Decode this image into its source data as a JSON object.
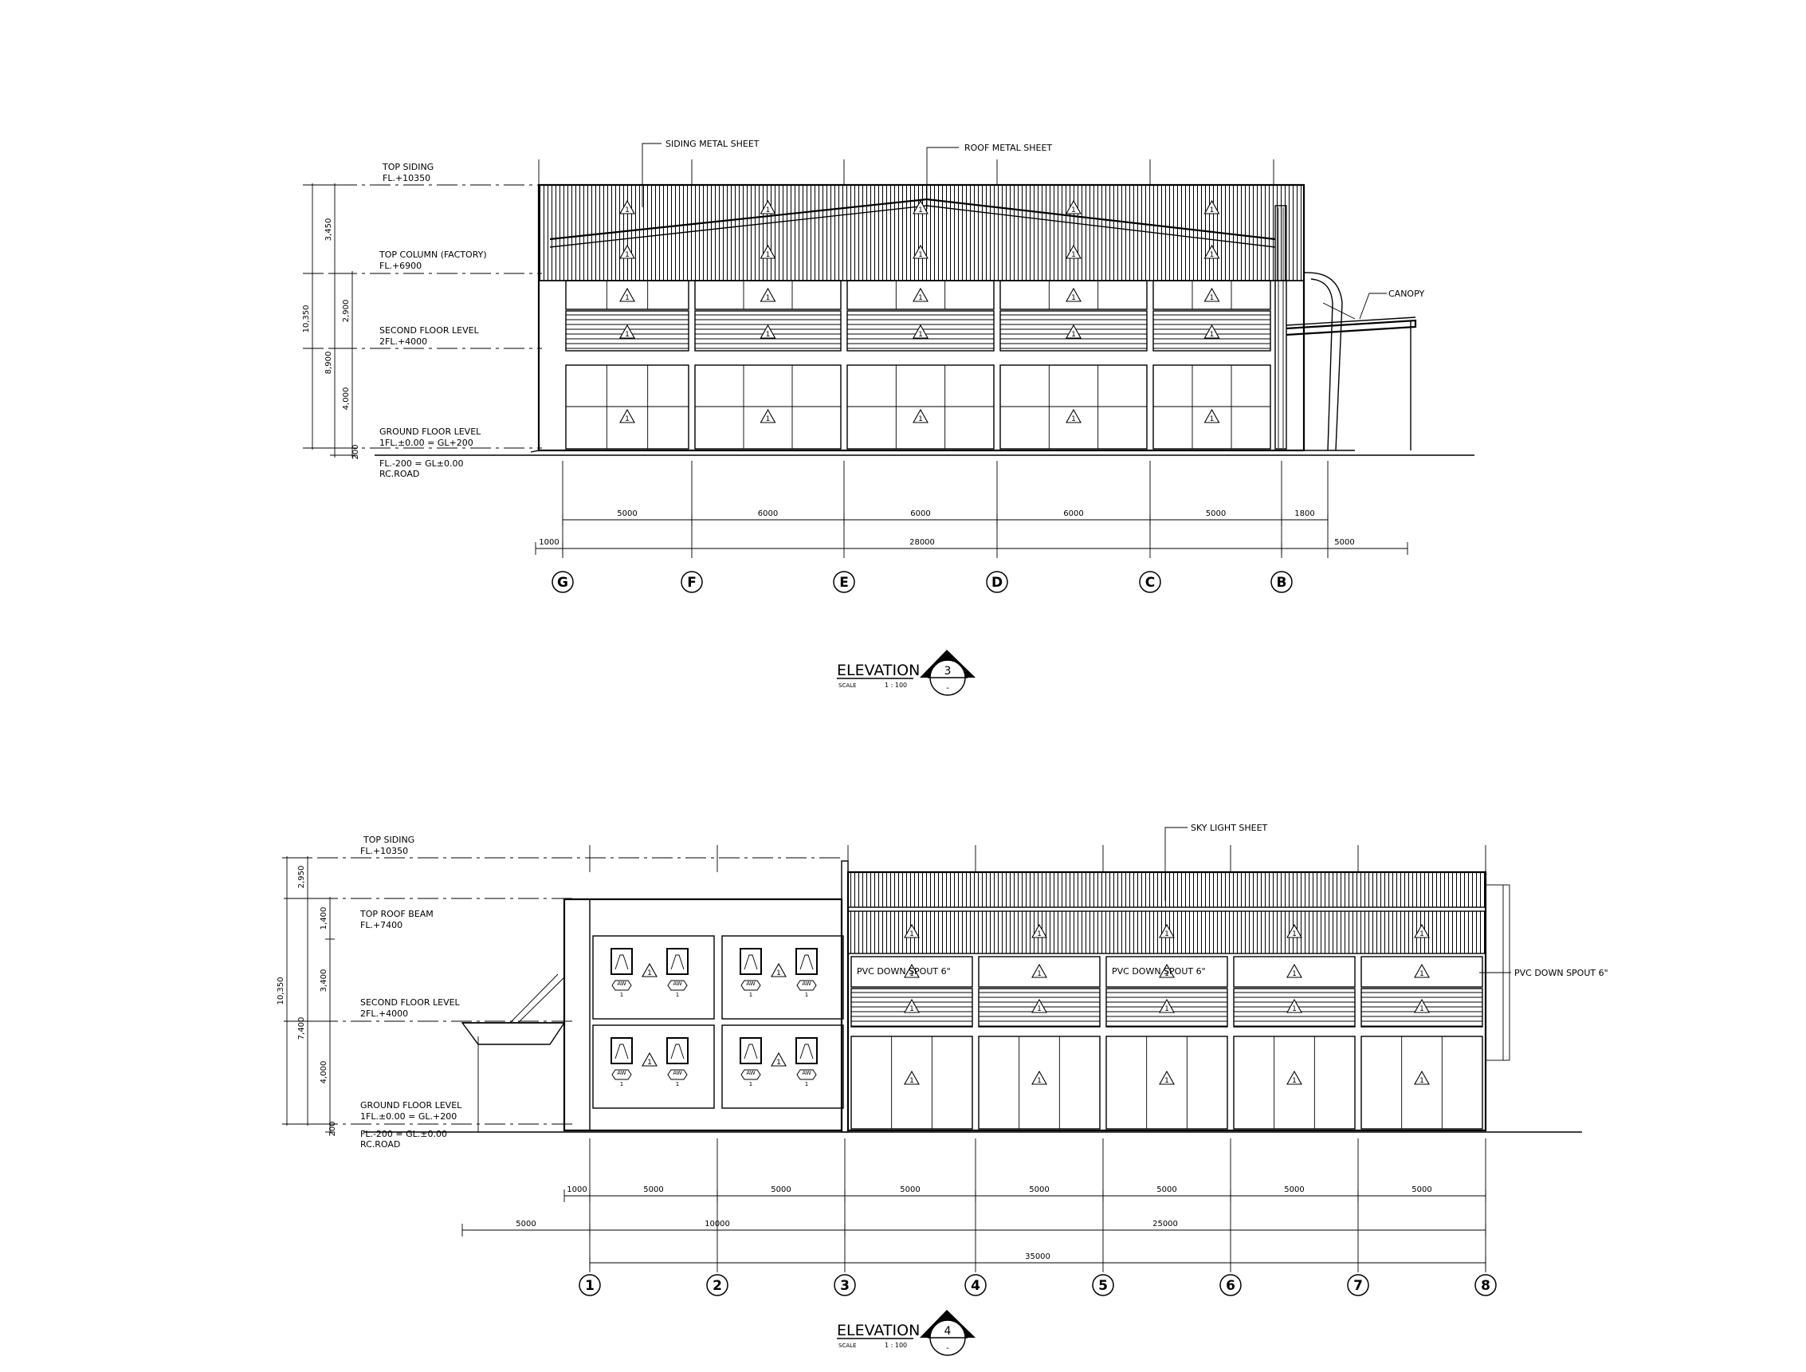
{
  "elevation3": {
    "title": "ELEVATION",
    "scale_label": "SCALE",
    "scale_value": "1 : 100",
    "number": "3",
    "sub": "-",
    "callouts": {
      "siding": "SIDING METAL SHEET",
      "roof": "ROOF METAL SHEET",
      "canopy": "CANOPY"
    },
    "levels": [
      {
        "name": "TOP SIDING",
        "value": "FL.+10350"
      },
      {
        "name": "TOP COLUMN (FACTORY)",
        "value": "FL.+6900"
      },
      {
        "name": "SECOND FLOOR LEVEL",
        "value": "2FL.+4000"
      },
      {
        "name": "GROUND FLOOR LEVEL",
        "value": "1FL.±0.00  =  GL+200"
      }
    ],
    "road": {
      "value": "FL.-200  =  GL±0.00",
      "name": "RC.ROAD"
    },
    "vdims": {
      "total": "10,350",
      "upper": "8,900",
      "d1": "3,450",
      "d2": "2,900",
      "d3": "4,000",
      "d4": "200"
    },
    "hdims_row1": [
      "5000",
      "6000",
      "6000",
      "6000",
      "5000",
      "1800"
    ],
    "hdims_row2": [
      "1000",
      "28000",
      "5000"
    ],
    "grids": [
      "G",
      "F",
      "E",
      "D",
      "C",
      "B"
    ],
    "tag": "1"
  },
  "elevation4": {
    "title": "ELEVATION",
    "scale_label": "SCALE",
    "scale_value": "1 : 100",
    "number": "4",
    "sub": "-",
    "callouts": {
      "skylight": "SKY LIGHT SHEET",
      "spout": "PVC DOWN SPOUT 6\""
    },
    "levels": [
      {
        "name": "TOP SIDING",
        "value": "FL.+10350"
      },
      {
        "name": "TOP ROOF BEAM",
        "value": "FL.+7400"
      },
      {
        "name": "SECOND FLOOR LEVEL",
        "value": "2FL.+4000"
      },
      {
        "name": "GROUND FLOOR LEVEL",
        "value": "1FL.±0.00  =  GL.+200"
      }
    ],
    "road": {
      "value": "FL.-200  =  GL.±0.00",
      "name": "RC.ROAD"
    },
    "vdims": {
      "total": "10,350",
      "upper": "7,400",
      "d1": "2,950",
      "d2": "1,400",
      "d3": "3,400",
      "d4": "4,000",
      "d5": "200"
    },
    "hdims_row1": [
      "1000",
      "5000",
      "5000",
      "5000",
      "5000",
      "5000",
      "5000",
      "5000"
    ],
    "hdims_row2": [
      "5000",
      "10000",
      "25000"
    ],
    "hdims_row3": [
      "35000"
    ],
    "grids": [
      "1",
      "2",
      "3",
      "4",
      "5",
      "6",
      "7",
      "8"
    ],
    "window_tag": {
      "top": "AW",
      "bottom": "1"
    },
    "tag": "1"
  }
}
